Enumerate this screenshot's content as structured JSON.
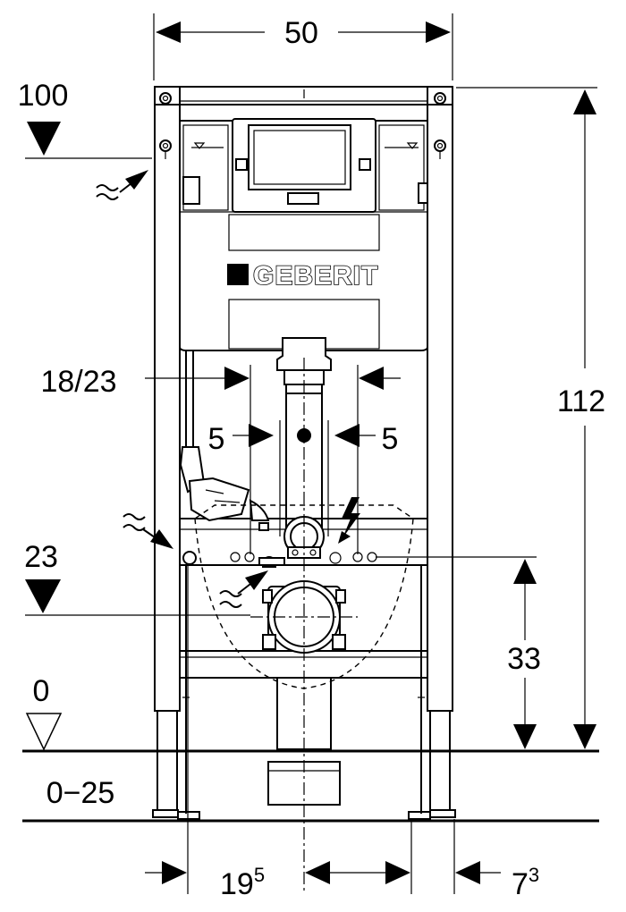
{
  "diagram": {
    "brand": "GEBERIT",
    "dimensions": {
      "width": "50",
      "height": "112",
      "supply_height": "100",
      "drain_width": "18/23",
      "offset_left": "5",
      "offset_right": "5",
      "drain_height": "23",
      "floor_level": "0",
      "floor_range": "0−25",
      "bowl_height": "33",
      "left_offset_base": "19",
      "left_offset_sup": "5",
      "right_offset_base": "7",
      "right_offset_sup": "3"
    },
    "icons": [
      "water-supply-icon",
      "power-supply-icon",
      "floor-level-marker-icon"
    ]
  }
}
